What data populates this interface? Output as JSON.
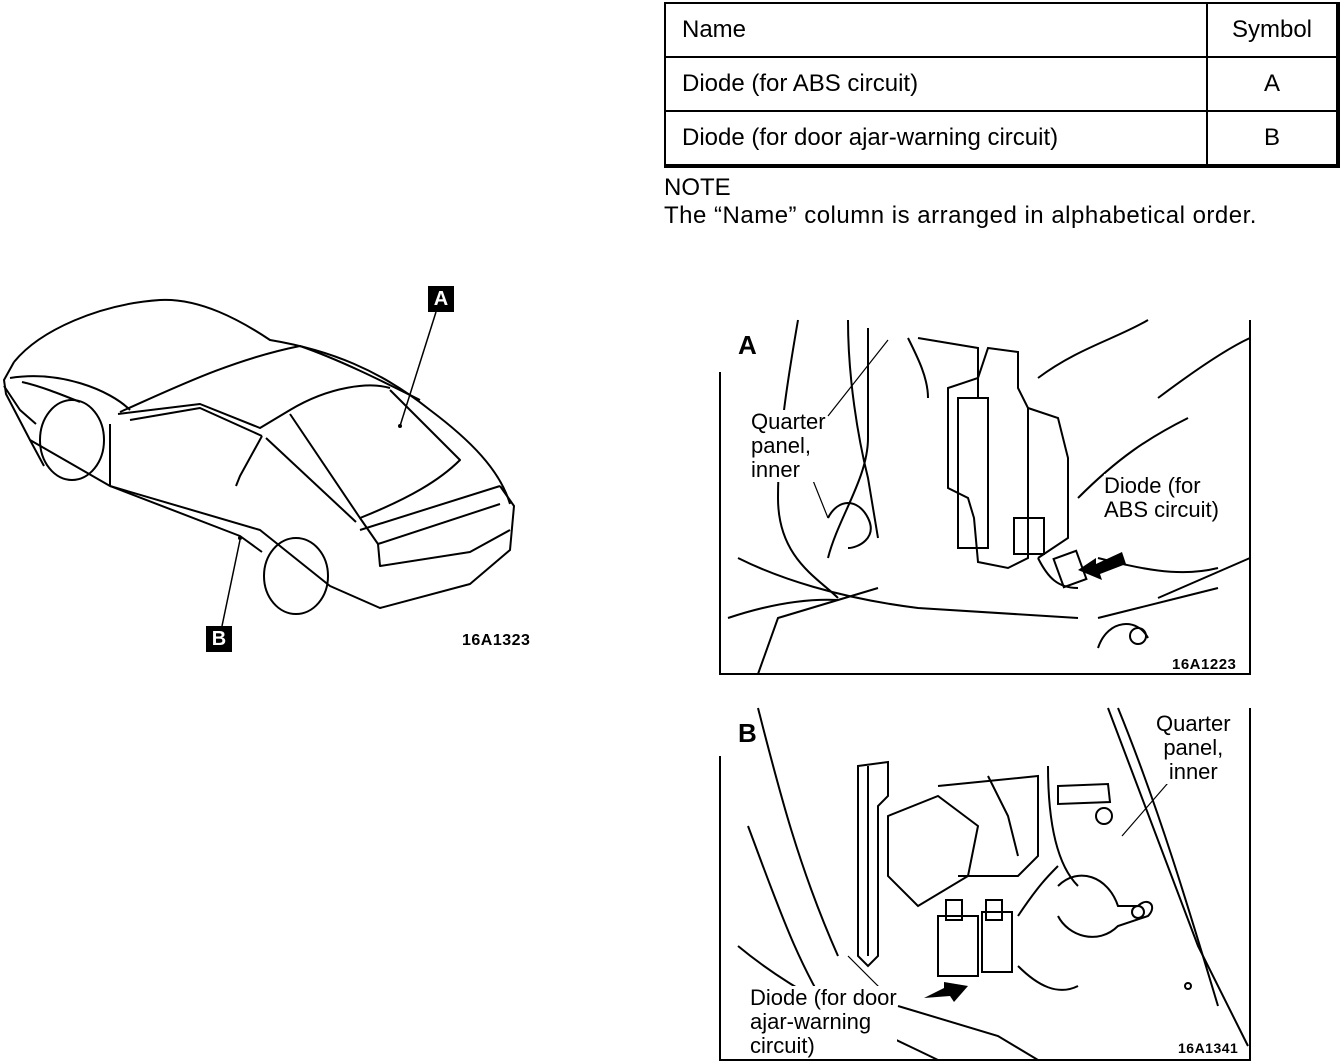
{
  "table": {
    "headers": [
      "Name",
      "Symbol"
    ],
    "rows": [
      [
        "Diode (for ABS circuit)",
        "A"
      ],
      [
        "Diode (for door ajar-warning circuit)",
        "B"
      ]
    ]
  },
  "note": {
    "title": "NOTE",
    "text": "The “Name” column is arranged in alphabetical order."
  },
  "overview": {
    "tag_a": "A",
    "tag_b": "B",
    "figure_code": "16A1323"
  },
  "detail_a": {
    "letter": "A",
    "label_quarter": [
      "Quarter",
      "panel,",
      "inner"
    ],
    "label_diode": [
      "Diode (for",
      "ABS circuit)"
    ],
    "figure_code": "16A1223"
  },
  "detail_b": {
    "letter": "B",
    "label_quarter": [
      "Quarter",
      "panel,",
      "inner"
    ],
    "label_diode": [
      "Diode (for door",
      "ajar-warning",
      "circuit)"
    ],
    "figure_code": "16A1341"
  }
}
